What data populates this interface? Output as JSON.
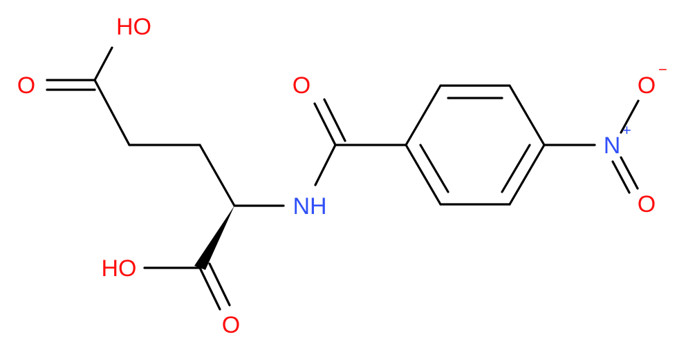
{
  "molecule": {
    "atoms": {
      "oh_top": "HO",
      "o_top_left": "O",
      "o_amide": "O",
      "o_nitro_top": "O",
      "o_nitro_top_charge": "−",
      "n_nitro": "N",
      "n_nitro_charge": "+",
      "o_nitro_bottom": "O",
      "nh": "NH",
      "ho_bottom": "HO",
      "o_bottom": "O"
    }
  },
  "colors": {
    "bond": "#000000",
    "oxygen": "#ff0d0d",
    "nitrogen": "#3050f8"
  }
}
